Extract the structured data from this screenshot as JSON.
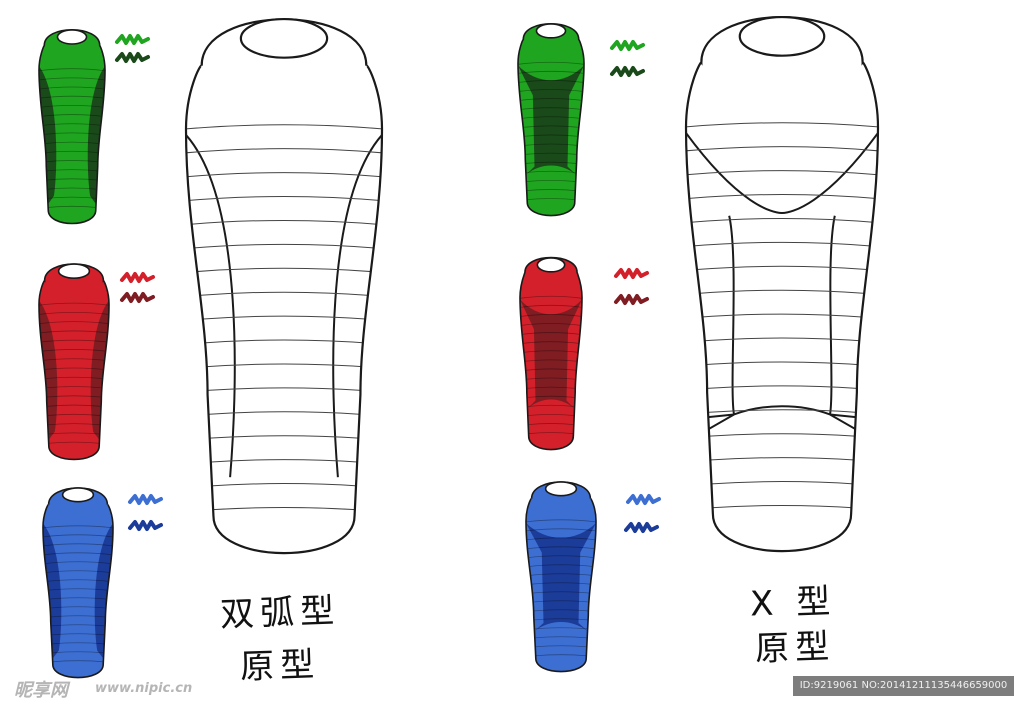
{
  "labels": {
    "double_arc_line1": "双弧型",
    "double_arc_line2": "原型",
    "x_type_line1": "X 型",
    "x_type_line2": "原型"
  },
  "watermark": {
    "logo_text": "昵享网",
    "url_text": "www.nipic.cn",
    "id_text": "ID:9219061 NO:20141211135446659000"
  },
  "colors": {
    "green": "#1fa51f",
    "green_dark": "#1a4a1a",
    "red": "#d4202a",
    "red_dark": "#7f1d22",
    "blue": "#3d6fd3",
    "blue_dark": "#1c3c9a",
    "outline": "#1a1a1a"
  },
  "variants": [
    {
      "style": "double-arc",
      "color": "green"
    },
    {
      "style": "double-arc",
      "color": "red"
    },
    {
      "style": "double-arc",
      "color": "blue"
    },
    {
      "style": "x-type",
      "color": "green"
    },
    {
      "style": "x-type",
      "color": "red"
    },
    {
      "style": "x-type",
      "color": "blue"
    }
  ]
}
